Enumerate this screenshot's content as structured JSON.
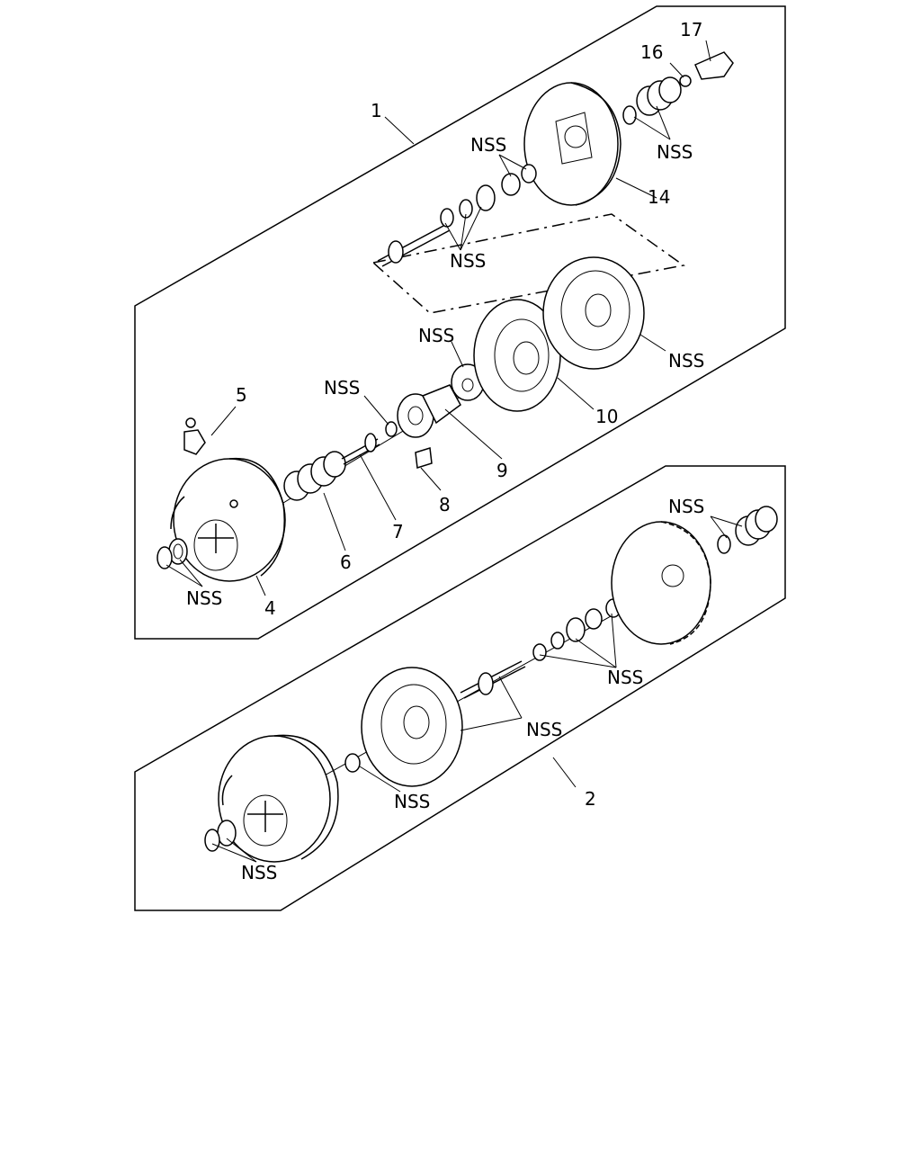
{
  "diagram": {
    "callouts": {
      "c1": "1",
      "c2": "2",
      "c4": "4",
      "c5": "5",
      "c6": "6",
      "c7": "7",
      "c8": "8",
      "c9": "9",
      "c10": "10",
      "c14": "14",
      "c16": "16",
      "c17": "17"
    },
    "nss_label": "NSS"
  }
}
